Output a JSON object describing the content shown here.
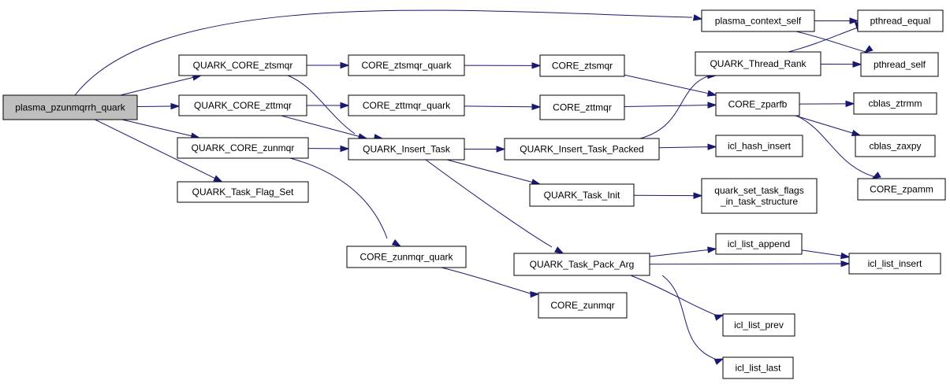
{
  "diagram": {
    "colors": {
      "node_fill": "#ffffff",
      "root_fill": "#bfbfbf",
      "node_stroke": "#000000",
      "edge": "#191970"
    },
    "nodes": [
      {
        "id": "root",
        "lines": [
          "plasma_pzunmqrrh_quark"
        ],
        "root": true
      },
      {
        "id": "qc_ztsmqr",
        "lines": [
          "QUARK_CORE_ztsmqr"
        ]
      },
      {
        "id": "qc_zttmqr",
        "lines": [
          "QUARK_CORE_zttmqr"
        ]
      },
      {
        "id": "qc_zunmqr",
        "lines": [
          "QUARK_CORE_zunmqr"
        ]
      },
      {
        "id": "task_flag_set",
        "lines": [
          "QUARK_Task_Flag_Set"
        ]
      },
      {
        "id": "ctx_self",
        "lines": [
          "plasma_context_self"
        ]
      },
      {
        "id": "core_ztsmqr_quark",
        "lines": [
          "CORE_ztsmqr_quark"
        ]
      },
      {
        "id": "core_zttmqr_quark",
        "lines": [
          "CORE_zttmqr_quark"
        ]
      },
      {
        "id": "insert_task",
        "lines": [
          "QUARK_Insert_Task"
        ]
      },
      {
        "id": "core_zunmqr_quark",
        "lines": [
          "CORE_zunmqr_quark"
        ]
      },
      {
        "id": "core_ztsmqr",
        "lines": [
          "CORE_ztsmqr"
        ]
      },
      {
        "id": "core_zttmqr",
        "lines": [
          "CORE_zttmqr"
        ]
      },
      {
        "id": "insert_task_packed",
        "lines": [
          "QUARK_Insert_Task_Packed"
        ]
      },
      {
        "id": "task_init",
        "lines": [
          "QUARK_Task_Init"
        ]
      },
      {
        "id": "task_pack_arg",
        "lines": [
          "QUARK_Task_Pack_Arg"
        ]
      },
      {
        "id": "core_zunmqr",
        "lines": [
          "CORE_zunmqr"
        ]
      },
      {
        "id": "thread_rank",
        "lines": [
          "QUARK_Thread_Rank"
        ]
      },
      {
        "id": "core_zparfb",
        "lines": [
          "CORE_zparfb"
        ]
      },
      {
        "id": "icl_hash_insert",
        "lines": [
          "icl_hash_insert"
        ]
      },
      {
        "id": "quark_set_flags",
        "lines": [
          "quark_set_task_flags",
          "_in_task_structure"
        ]
      },
      {
        "id": "icl_list_append",
        "lines": [
          "icl_list_append"
        ]
      },
      {
        "id": "icl_list_prev",
        "lines": [
          "icl_list_prev"
        ]
      },
      {
        "id": "icl_list_last",
        "lines": [
          "icl_list_last"
        ]
      },
      {
        "id": "pthread_equal",
        "lines": [
          "pthread_equal"
        ]
      },
      {
        "id": "pthread_self",
        "lines": [
          "pthread_self"
        ]
      },
      {
        "id": "cblas_ztrmm",
        "lines": [
          "cblas_ztrmm"
        ]
      },
      {
        "id": "cblas_zaxpy",
        "lines": [
          "cblas_zaxpy"
        ]
      },
      {
        "id": "core_zpamm",
        "lines": [
          "CORE_zpamm"
        ]
      },
      {
        "id": "icl_list_insert",
        "lines": [
          "icl_list_insert"
        ]
      }
    ],
    "edges": [
      {
        "from": "root",
        "to": "ctx_self"
      },
      {
        "from": "root",
        "to": "qc_ztsmqr"
      },
      {
        "from": "root",
        "to": "qc_zttmqr"
      },
      {
        "from": "root",
        "to": "qc_zunmqr"
      },
      {
        "from": "root",
        "to": "task_flag_set"
      },
      {
        "from": "qc_ztsmqr",
        "to": "core_ztsmqr_quark"
      },
      {
        "from": "qc_ztsmqr",
        "to": "insert_task"
      },
      {
        "from": "qc_zttmqr",
        "to": "core_zttmqr_quark"
      },
      {
        "from": "qc_zttmqr",
        "to": "insert_task"
      },
      {
        "from": "qc_zunmqr",
        "to": "insert_task"
      },
      {
        "from": "qc_zunmqr",
        "to": "core_zunmqr_quark"
      },
      {
        "from": "core_ztsmqr_quark",
        "to": "core_ztsmqr"
      },
      {
        "from": "core_zttmqr_quark",
        "to": "core_zttmqr"
      },
      {
        "from": "core_zunmqr_quark",
        "to": "core_zunmqr"
      },
      {
        "from": "insert_task",
        "to": "insert_task_packed"
      },
      {
        "from": "insert_task",
        "to": "task_init"
      },
      {
        "from": "insert_task",
        "to": "task_pack_arg"
      },
      {
        "from": "core_ztsmqr",
        "to": "core_zparfb"
      },
      {
        "from": "core_zttmqr",
        "to": "core_zparfb"
      },
      {
        "from": "insert_task_packed",
        "to": "thread_rank"
      },
      {
        "from": "insert_task_packed",
        "to": "icl_hash_insert"
      },
      {
        "from": "task_init",
        "to": "quark_set_flags"
      },
      {
        "from": "task_pack_arg",
        "to": "icl_list_append"
      },
      {
        "from": "task_pack_arg",
        "to": "icl_list_insert"
      },
      {
        "from": "task_pack_arg",
        "to": "icl_list_prev"
      },
      {
        "from": "task_pack_arg",
        "to": "icl_list_last"
      },
      {
        "from": "ctx_self",
        "to": "pthread_equal"
      },
      {
        "from": "ctx_self",
        "to": "pthread_self"
      },
      {
        "from": "thread_rank",
        "to": "pthread_equal"
      },
      {
        "from": "thread_rank",
        "to": "pthread_self"
      },
      {
        "from": "core_zparfb",
        "to": "cblas_ztrmm"
      },
      {
        "from": "core_zparfb",
        "to": "cblas_zaxpy"
      },
      {
        "from": "core_zparfb",
        "to": "core_zpamm"
      },
      {
        "from": "icl_list_append",
        "to": "icl_list_insert"
      }
    ]
  }
}
